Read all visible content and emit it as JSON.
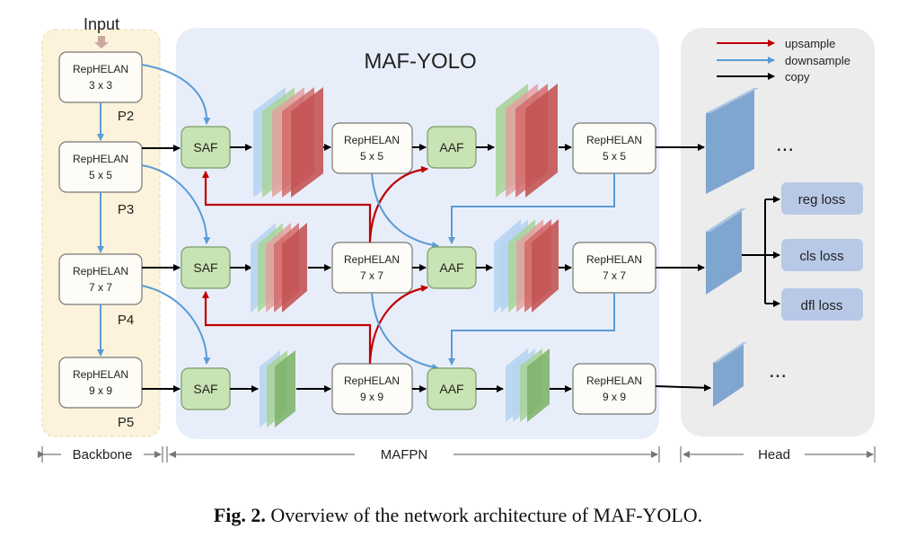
{
  "title": "MAF-YOLO",
  "input_label": "Input",
  "colors": {
    "upsample": "#c00000",
    "downsample": "#5b9bd5",
    "copy": "#000000",
    "backbone_bg": "#fdf3dc",
    "mafpn_bg": "#e8eef9",
    "head_bg": "#ececec",
    "module_fill": "#c9e4b4",
    "rep_fill": "#fdfcf6",
    "loss_fill": "#b7c9e6",
    "head_block": "#7ea6cf"
  },
  "legend": [
    {
      "label": "upsample",
      "type": "upsample"
    },
    {
      "label": "downsample",
      "type": "downsample"
    },
    {
      "label": "copy",
      "type": "copy"
    }
  ],
  "backbone": {
    "blocks": [
      {
        "name": "RepHELAN",
        "size": "3 x 3"
      },
      {
        "name": "RepHELAN",
        "size": "5 x 5"
      },
      {
        "name": "RepHELAN",
        "size": "7 x 7"
      },
      {
        "name": "RepHELAN",
        "size": "9 x 9"
      }
    ],
    "levels": [
      "P2",
      "P3",
      "P4",
      "P5"
    ]
  },
  "mafpn": {
    "saf_label": "SAF",
    "aaf_label": "AAF",
    "mid_blocks": [
      {
        "name": "RepHELAN",
        "size": "5 x 5"
      },
      {
        "name": "RepHELAN",
        "size": "7 x 7"
      },
      {
        "name": "RepHELAN",
        "size": "9 x 9"
      }
    ],
    "out_blocks": [
      {
        "name": "RepHELAN",
        "size": "5 x 5"
      },
      {
        "name": "RepHELAN",
        "size": "7 x 7"
      },
      {
        "name": "RepHELAN",
        "size": "9 x 9"
      }
    ]
  },
  "head": {
    "losses": [
      "reg loss",
      "cls loss",
      "dfl loss"
    ],
    "ellipsis": "..."
  },
  "sections": {
    "backbone": "Backbone",
    "mafpn": "MAFPN",
    "head": "Head"
  },
  "caption": {
    "label": "Fig. 2.",
    "text": "Overview of the network architecture of MAF-YOLO."
  }
}
